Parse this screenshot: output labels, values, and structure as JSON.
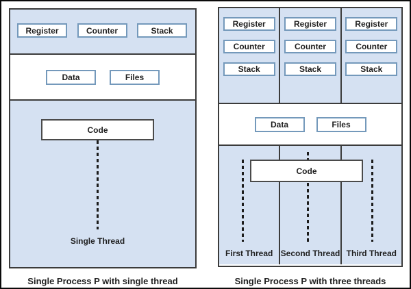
{
  "colors": {
    "panel-fill": "#d5e1f2",
    "box-border": "#7499bb",
    "outer-border": "#3b3b3b",
    "code-border": "#4a4a4a",
    "dash-color": "#1c1c1c",
    "text-color": "#1f1f1f",
    "frame-color": "#0a0a0a"
  },
  "left_diagram": {
    "caption": "Single Process P with single thread",
    "register_boxes": [
      "Register",
      "Counter",
      "Stack"
    ],
    "resource_boxes": [
      "Data",
      "Files"
    ],
    "code_label": "Code",
    "thread_label": "Single Thread"
  },
  "right_diagram": {
    "caption": "Single Process P with three threads",
    "columns": [
      {
        "register_boxes": [
          "Register",
          "Counter",
          "Stack"
        ],
        "thread_label": "First Thread"
      },
      {
        "register_boxes": [
          "Register",
          "Counter",
          "Stack"
        ],
        "thread_label": "Second Thread"
      },
      {
        "register_boxes": [
          "Register",
          "Counter",
          "Stack"
        ],
        "thread_label": "Third Thread"
      }
    ],
    "resource_boxes": [
      "Data",
      "Files"
    ],
    "code_label": "Code"
  }
}
